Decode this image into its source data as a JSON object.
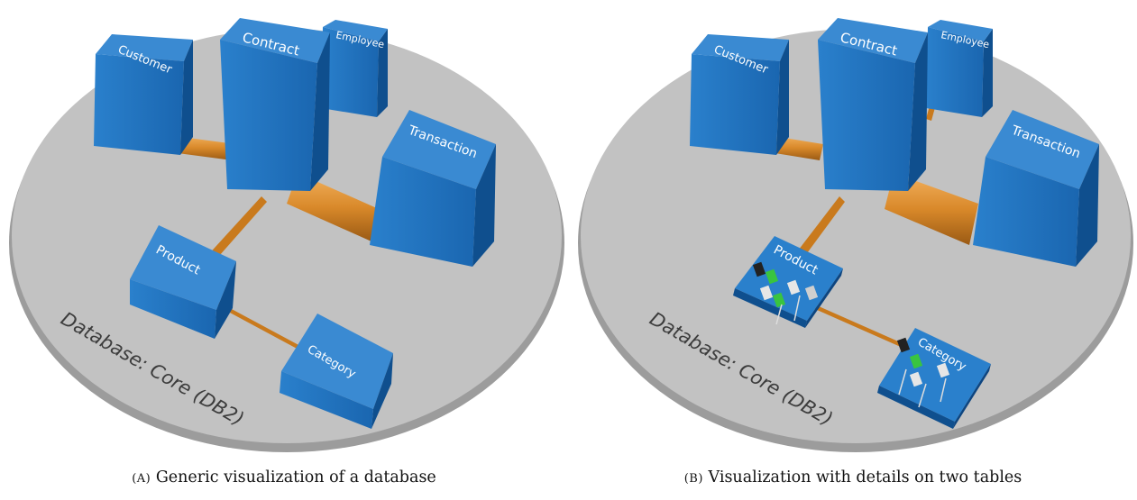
{
  "colors": {
    "platform": "#c2c2c2",
    "box_front": "#1f73c0",
    "box_top": "#3a8ad2",
    "box_side": "#0f4f8e",
    "relation": "#d9892a",
    "db_label": "#3c3c3c",
    "column_active": "#39c43f",
    "column_key": "#222222",
    "column_plain": "#e6e6e6"
  },
  "panels": [
    {
      "caption_tag": "(A)",
      "caption_text": "Generic visualization of a database",
      "database_label": "Database: Core (DB2)",
      "tables": {
        "customer": "Customer",
        "contract": "Contract",
        "employee": "Employee",
        "transaction": "Transaction",
        "product": "Product",
        "category": "Category"
      }
    },
    {
      "caption_tag": "(B)",
      "caption_text": "Visualization with details on two tables",
      "database_label": "Database: Core (DB2)",
      "tables": {
        "customer": "Customer",
        "contract": "Contract",
        "employee": "Employee",
        "transaction": "Transaction",
        "product": "Product",
        "category": "Category"
      }
    }
  ]
}
